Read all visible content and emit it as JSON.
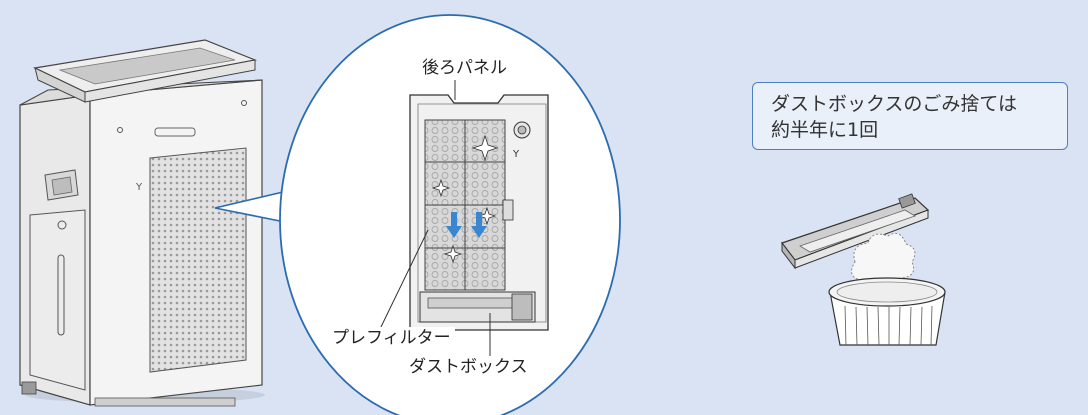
{
  "labels": {
    "back_panel": "後ろパネル",
    "prefilter": "プレフィルター",
    "dust_box": "ダストボックス"
  },
  "note": {
    "line1": "ダストボックスのごみ捨ては",
    "line2": "約半年に1回"
  },
  "colors": {
    "background": "#d9e3f3",
    "callout_border": "#2b6cb0",
    "arrow_blue": "#3a86d0",
    "note_border": "#4f7fc3"
  },
  "icons": [
    "air-purifier-illustration",
    "prefilter-panel-illustration",
    "down-arrow-icon",
    "dust-box-illustration",
    "trash-bin-illustration"
  ]
}
